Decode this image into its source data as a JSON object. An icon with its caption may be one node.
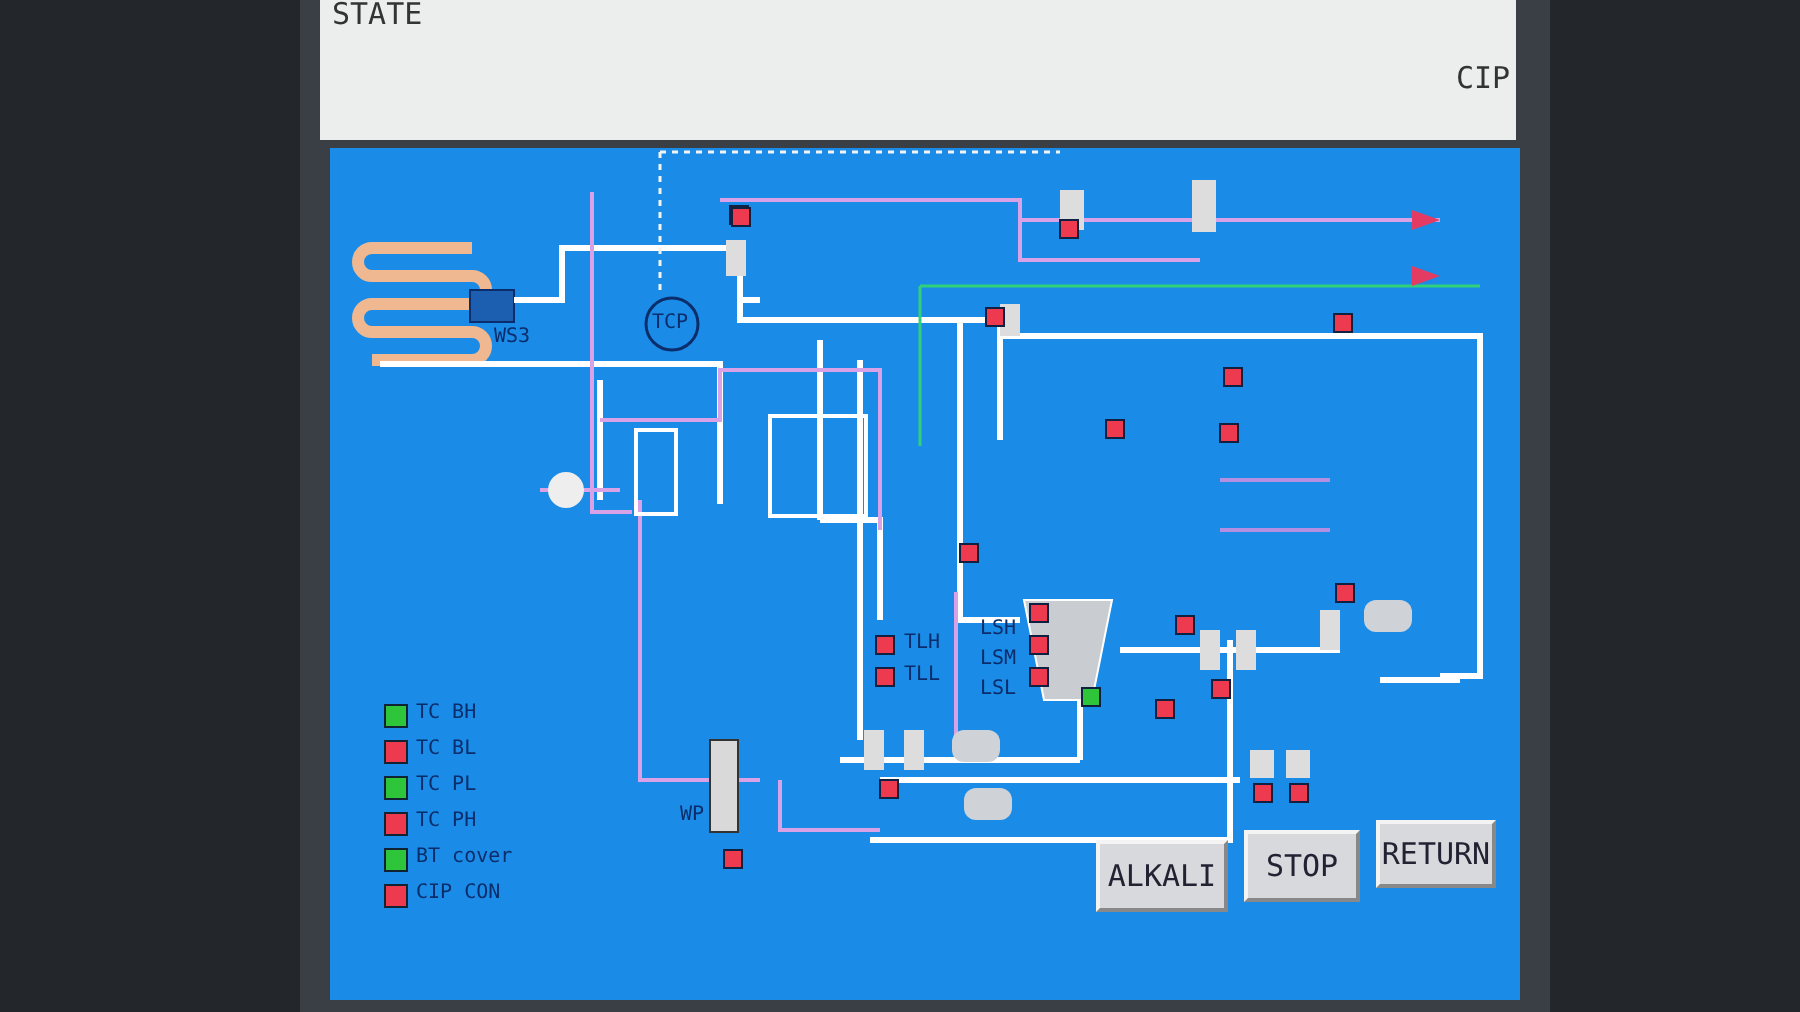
{
  "diagram": {
    "labels": [
      "STATE",
      "CIP",
      "WS3",
      "TCP",
      "WP",
      "TLH",
      "TLL",
      "LSH",
      "LSM",
      "LSL",
      "ALKALI",
      "STOP",
      "RETURN"
    ],
    "legend": [
      {
        "text": "TC BH",
        "color": "#2fc53a"
      },
      {
        "text": "TC BL",
        "color": "#ee3a4f"
      },
      {
        "text": "TC PL",
        "color": "#2fc53a"
      },
      {
        "text": "TC PH",
        "color": "#ee3a4f"
      },
      {
        "text": "BT cover",
        "color": "#2fc53a"
      },
      {
        "text": "CIP CON",
        "color": "#ee3a4f"
      }
    ]
  }
}
